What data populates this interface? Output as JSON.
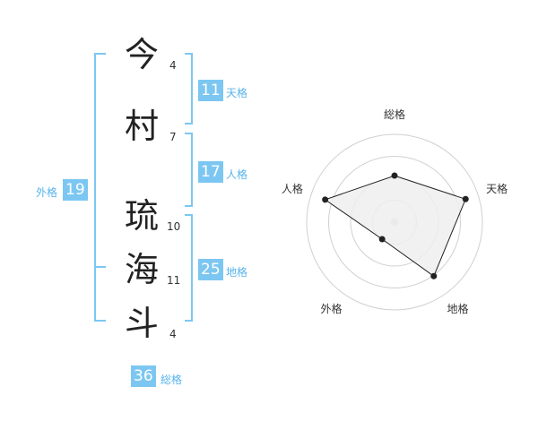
{
  "name_chars": [
    {
      "char": "今",
      "strokes": "4"
    },
    {
      "char": "村",
      "strokes": "7"
    },
    {
      "char": "琉",
      "strokes": "10"
    },
    {
      "char": "海",
      "strokes": "11"
    },
    {
      "char": "斗",
      "strokes": "4"
    }
  ],
  "kaku": {
    "tenkaku": {
      "value": "11",
      "label": "天格"
    },
    "jinkaku": {
      "value": "17",
      "label": "人格"
    },
    "chikaku": {
      "value": "25",
      "label": "地格"
    },
    "gaikaku": {
      "value": "19",
      "label": "外格"
    },
    "soukaku": {
      "value": "36",
      "label": "総格"
    }
  },
  "chart_data": {
    "type": "radar",
    "axes": [
      "総格",
      "天格",
      "地格",
      "外格",
      "人格"
    ],
    "values": [
      0.53,
      0.85,
      0.76,
      0.24,
      0.83
    ],
    "rings": 4,
    "colors": {
      "fill": "#eeeeee",
      "line": "#222222",
      "grid": "#d0d0d0"
    }
  },
  "colors": {
    "accent": "#7cc7f2",
    "label": "#58b4ea"
  }
}
